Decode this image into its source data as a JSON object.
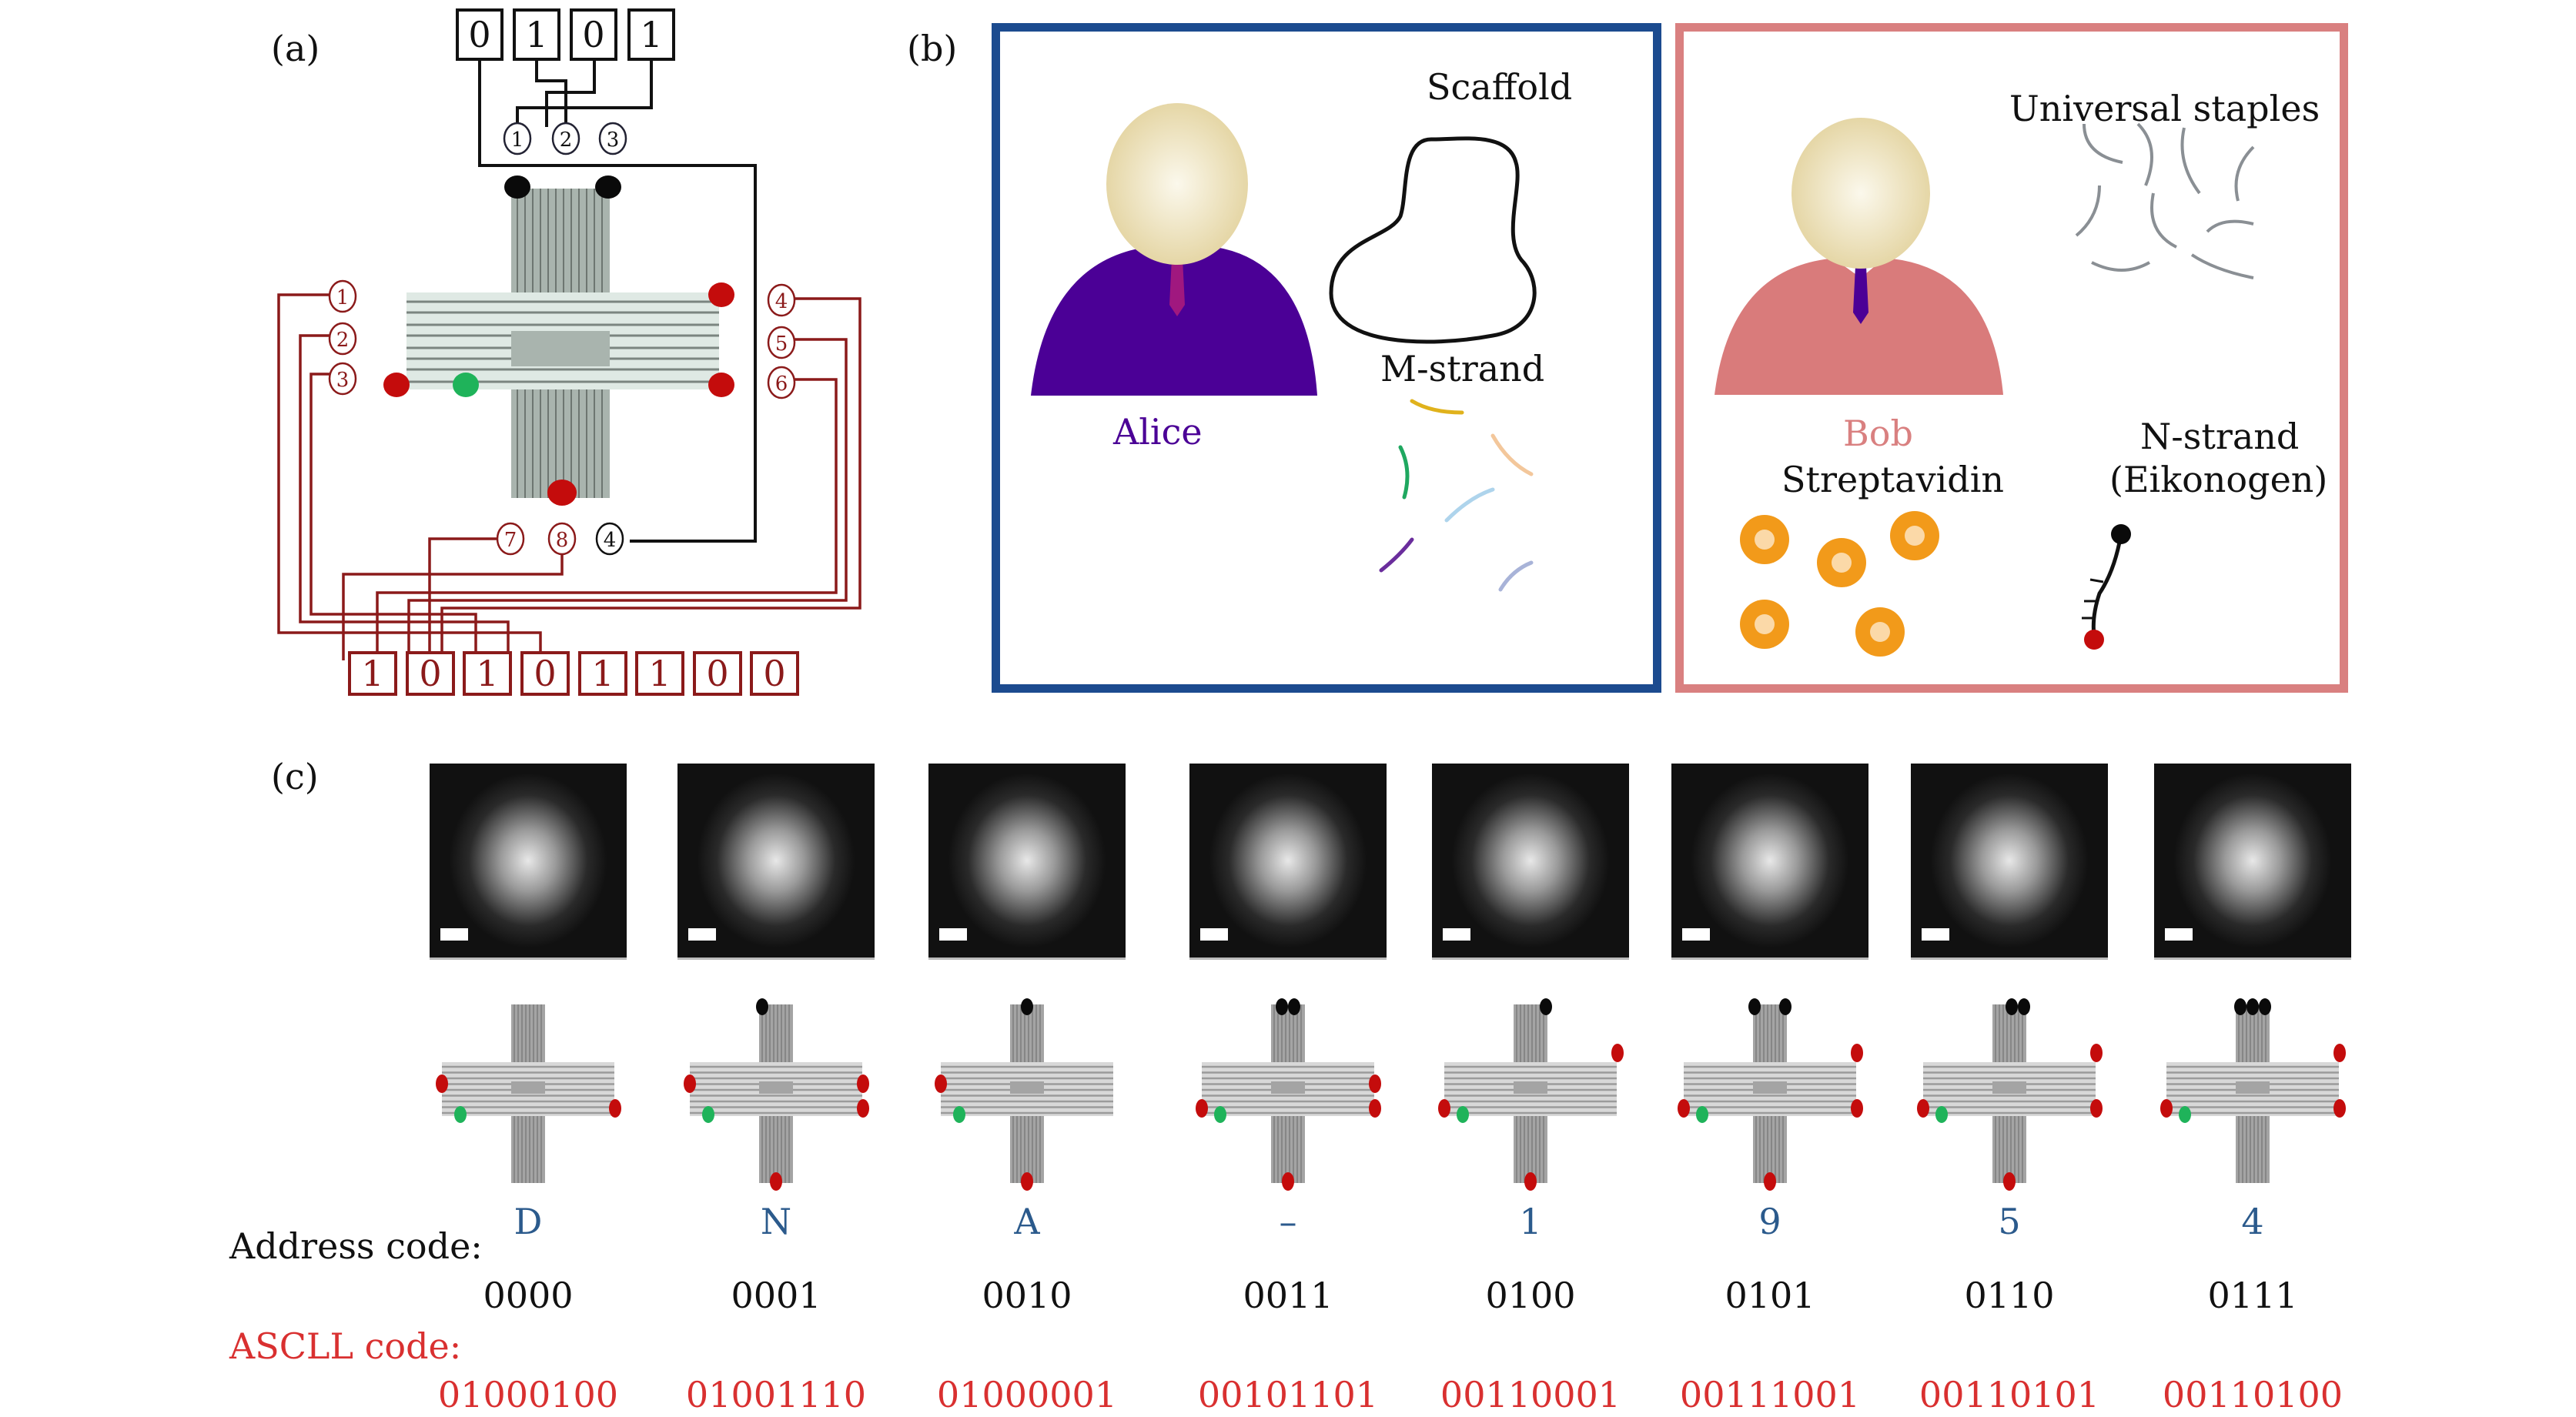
{
  "panels": {
    "a": {
      "label": "(a)",
      "top_bits": [
        "0",
        "1",
        "0",
        "1"
      ],
      "top_circled": [
        "①",
        "②",
        "③"
      ],
      "side_left_circled": [
        "①",
        "②",
        "③"
      ],
      "side_right_circled": [
        "④",
        "⑤",
        "⑥"
      ],
      "bottom_circled": [
        "⑦",
        "⑧",
        "④"
      ],
      "bottom_bits": [
        "1",
        "0",
        "1",
        "0",
        "1",
        "1",
        "0",
        "0"
      ]
    },
    "b": {
      "label": "(b)",
      "alice": {
        "name": "Alice",
        "scaffold_label": "Scaffold",
        "mstrand_label": "M-strand",
        "colors": {
          "border": "#1c4b8f",
          "body": "#4b0096",
          "tie": "#a0187f",
          "name": "#4b0096"
        }
      },
      "bob": {
        "name": "Bob",
        "staples_label": "Universal staples",
        "streptavidin_label": "Streptavidin",
        "nstrand_label": "N-strand",
        "nstrand_sublabel": "(Eikonogen)",
        "colors": {
          "border": "#d98080",
          "body": "#d97b7b",
          "tie": "#4b0096",
          "name": "#d98080"
        }
      }
    },
    "c": {
      "label": "(c)",
      "address_label": "Address code:",
      "ascii_label": "ASCLL code:",
      "items": [
        {
          "char": "D",
          "address": "0000",
          "ascii": "01000100",
          "black_dots": 0,
          "black_pos": "",
          "green": true,
          "red_left": "mid",
          "red_right": "low",
          "red_right2": "",
          "red_bottom": false
        },
        {
          "char": "N",
          "address": "0001",
          "ascii": "01001110",
          "black_dots": 1,
          "black_pos": "left",
          "green": true,
          "red_left": "mid",
          "red_right": "mid",
          "red_right2": "low",
          "red_bottom": true
        },
        {
          "char": "A",
          "address": "0010",
          "ascii": "01000001",
          "black_dots": 1,
          "black_pos": "center",
          "green": true,
          "red_left": "mid",
          "red_right": "",
          "red_right2": "",
          "red_bottom": true
        },
        {
          "char": "–",
          "address": "0011",
          "ascii": "00101101",
          "black_dots": 2,
          "black_pos": "center",
          "green": true,
          "red_left": "low",
          "red_right": "mid",
          "red_right2": "low",
          "red_bottom": true
        },
        {
          "char": "1",
          "address": "0100",
          "ascii": "00110001",
          "black_dots": 1,
          "black_pos": "right",
          "green": true,
          "red_left": "low",
          "red_right": "high",
          "red_right2": "",
          "red_bottom": true
        },
        {
          "char": "9",
          "address": "0101",
          "ascii": "00111001",
          "black_dots": 2,
          "black_pos": "spread",
          "green": true,
          "red_left": "low",
          "red_right": "high",
          "red_right2": "low",
          "red_bottom": true
        },
        {
          "char": "5",
          "address": "0110",
          "ascii": "00110101",
          "black_dots": 2,
          "black_pos": "right",
          "green": true,
          "red_left": "low",
          "red_right": "high",
          "red_right2": "low",
          "red_bottom": true
        },
        {
          "char": "4",
          "address": "0111",
          "ascii": "00110100",
          "black_dots": 3,
          "black_pos": "center",
          "green": true,
          "red_left": "low",
          "red_right": "high",
          "red_right2": "low",
          "red_bottom": false
        }
      ]
    }
  },
  "colors": {
    "wire_dark": "#111111",
    "wire_red": "#8b1a1a",
    "dot_red": "#c40c0c",
    "dot_green": "#1fb35a",
    "dot_black": "#0a0a0a",
    "char_blue": "#2b5a8c",
    "ascii_red": "#d93030"
  }
}
